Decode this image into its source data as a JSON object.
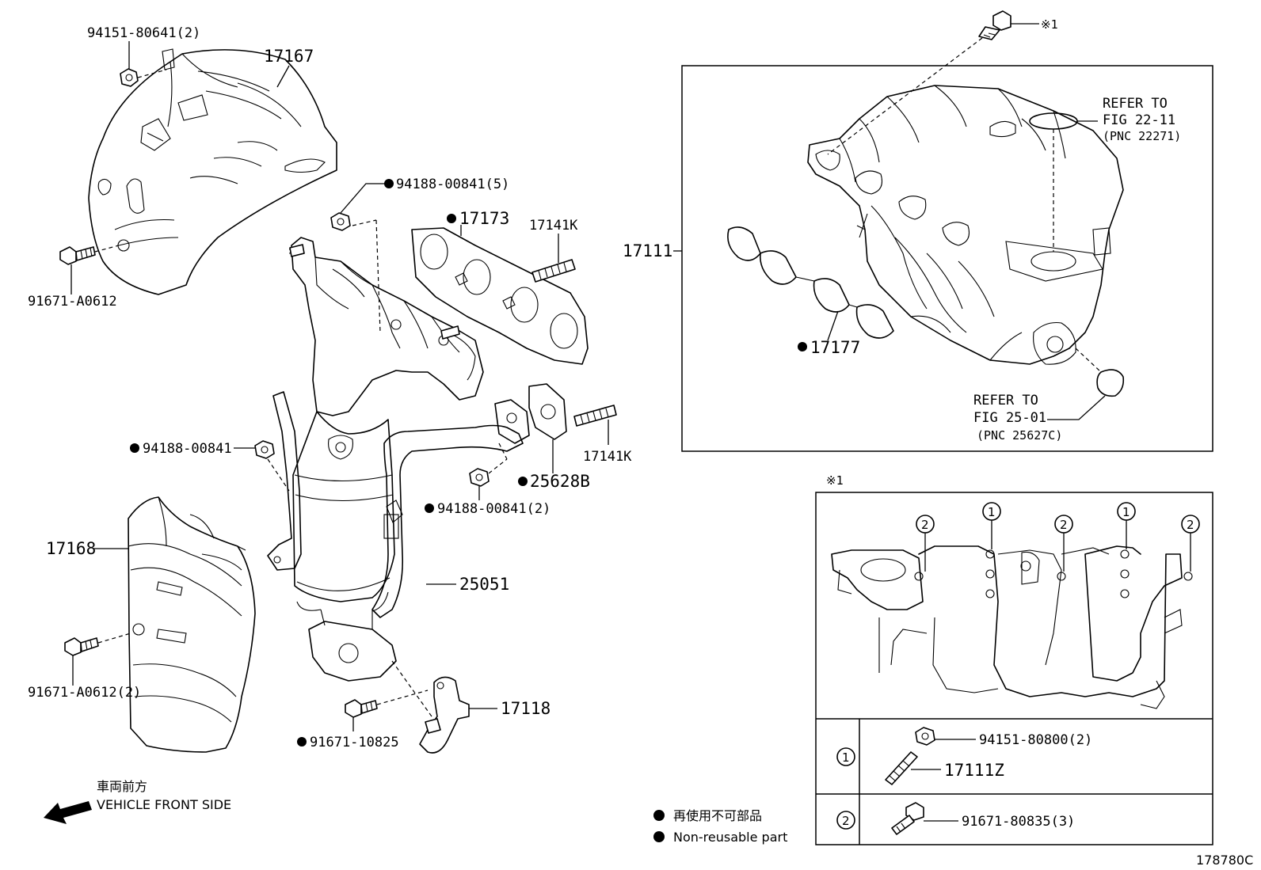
{
  "labels": {
    "p94151_80641": "94151-80641(2)",
    "p17167": "17167",
    "p91671_A0612": "91671-A0612",
    "p94188_00841_5": "94188-00841(5)",
    "p17173": "17173",
    "p17141K_top": "17141K",
    "p17111": "17111",
    "p17177": "17177",
    "p94188_00841": "94188-00841",
    "p17141K_mid": "17141K",
    "p25628B": "25628B",
    "p94188_00841_2": "94188-00841(2)",
    "p17168": "17168",
    "p25051": "25051",
    "p91671_A0612_2": "91671-A0612(2)",
    "p17118": "17118",
    "p91671_10825": "91671-10825",
    "refer1_line1": "REFER TO",
    "refer1_line2": "FIG 22-11",
    "refer1_line3": "(PNC 22271)",
    "refer2_line1": "REFER TO",
    "refer2_line2": "FIG 25-01",
    "refer2_line3": "(PNC 25627C)",
    "note_mark_top": "※1",
    "note_mark_box": "※1",
    "detail_num_1": "1",
    "detail_num_2": "2",
    "p94151_80800_2": "94151-80800(2)",
    "p17111Z": "17111Z",
    "p91671_80835_3": "91671-80835(3)",
    "front_jp": "車両前方",
    "front_en": "VEHICLE FRONT SIDE",
    "legend_jp": "再使用不可部品",
    "legend_en": "Non-reusable part",
    "figure_id": "178780C"
  }
}
